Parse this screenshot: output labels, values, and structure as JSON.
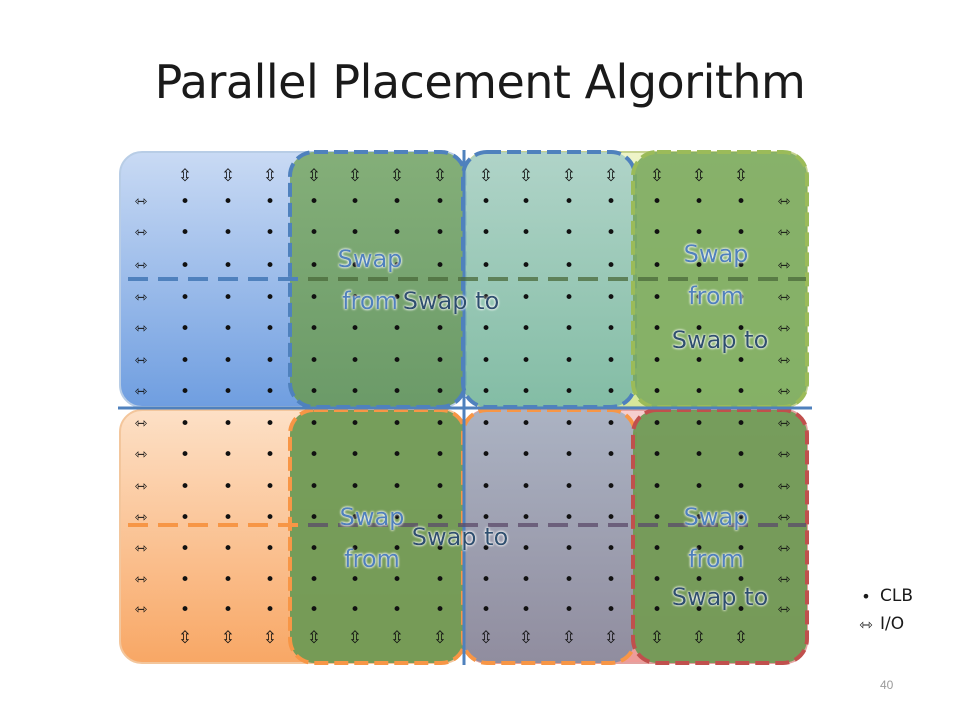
{
  "title": "Parallel Placement Algorithm",
  "swap_labels": {
    "top_left_from": [
      "Swap",
      "from"
    ],
    "top_left_to": "Swap to",
    "top_right_from": [
      "Swap",
      "from"
    ],
    "top_right_to": "Swap to",
    "bottom_left_from": [
      "Swap",
      "from"
    ],
    "bottom_left_to": "Swap to",
    "bottom_right_from": [
      "Swap",
      "from"
    ],
    "bottom_right_to": "Swap to"
  },
  "legend": {
    "clb_symbol": "•",
    "clb_label": "CLB",
    "io_symbol": "⇿",
    "io_label": "I/O"
  },
  "glyphs": {
    "io_horizontal": "⇿",
    "io_vertical": "⇳",
    "clb": "•"
  },
  "colors": {
    "blue": "#4f81bd",
    "green": "#9bbb59",
    "orange": "#f79646",
    "red": "#c0504d",
    "gray": "#7f7f7f",
    "swap_text": "#3a5f8a"
  },
  "page_number": "40"
}
